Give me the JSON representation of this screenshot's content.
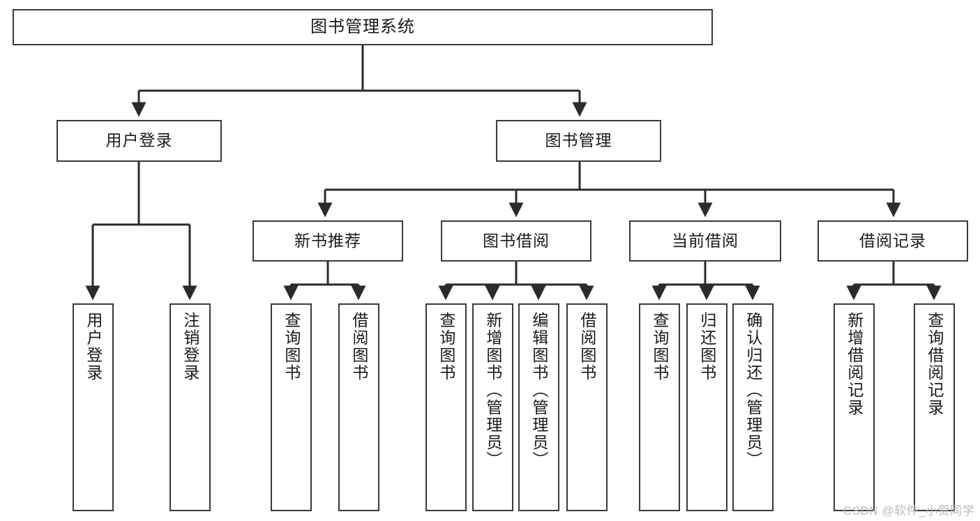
{
  "diagram": {
    "title": "图书管理系统",
    "type": "tree",
    "watermark": "CSDN @软件_小贺同学",
    "colors": {
      "box_border": "#3a3a3a",
      "box_fill": "#ffffff",
      "edge": "#2b2b2b",
      "text": "#1a1a1a",
      "watermark": "#b9b9b9"
    },
    "nodes": {
      "root": {
        "label": "图书管理系统",
        "level": 1
      },
      "l2": [
        {
          "id": "user_login",
          "label": "用户登录",
          "level": 2
        },
        {
          "id": "book_manage",
          "label": "图书管理",
          "level": 2
        }
      ],
      "l3": [
        {
          "id": "new_book_rec",
          "label": "新书推荐",
          "level": 3
        },
        {
          "id": "book_borrow",
          "label": "图书借阅",
          "level": 3
        },
        {
          "id": "current_borrow",
          "label": "当前借阅",
          "level": 3
        },
        {
          "id": "borrow_record",
          "label": "借阅记录",
          "level": 3
        }
      ],
      "leaves": {
        "user_login": [
          {
            "id": "leaf_user_login",
            "label": "用户登录"
          },
          {
            "id": "leaf_logout",
            "label": "注销登录"
          }
        ],
        "new_book_rec": [
          {
            "id": "leaf_query_book_1",
            "label": "查询图书"
          },
          {
            "id": "leaf_borrow_book_1",
            "label": "借阅图书"
          }
        ],
        "book_borrow": [
          {
            "id": "leaf_query_book_2",
            "label": "查询图书"
          },
          {
            "id": "leaf_add_book",
            "label": "新增图书（管理员）"
          },
          {
            "id": "leaf_edit_book",
            "label": "编辑图书（管理员）"
          },
          {
            "id": "leaf_borrow_book_2",
            "label": "借阅图书"
          }
        ],
        "current_borrow": [
          {
            "id": "leaf_query_book_3",
            "label": "查询图书"
          },
          {
            "id": "leaf_return_book",
            "label": "归还图书"
          },
          {
            "id": "leaf_confirm_return",
            "label": "确认归还（管理员）"
          }
        ],
        "borrow_record": [
          {
            "id": "leaf_add_record",
            "label": "新增借阅记录"
          },
          {
            "id": "leaf_query_record",
            "label": "查询借阅记录"
          }
        ]
      }
    }
  }
}
